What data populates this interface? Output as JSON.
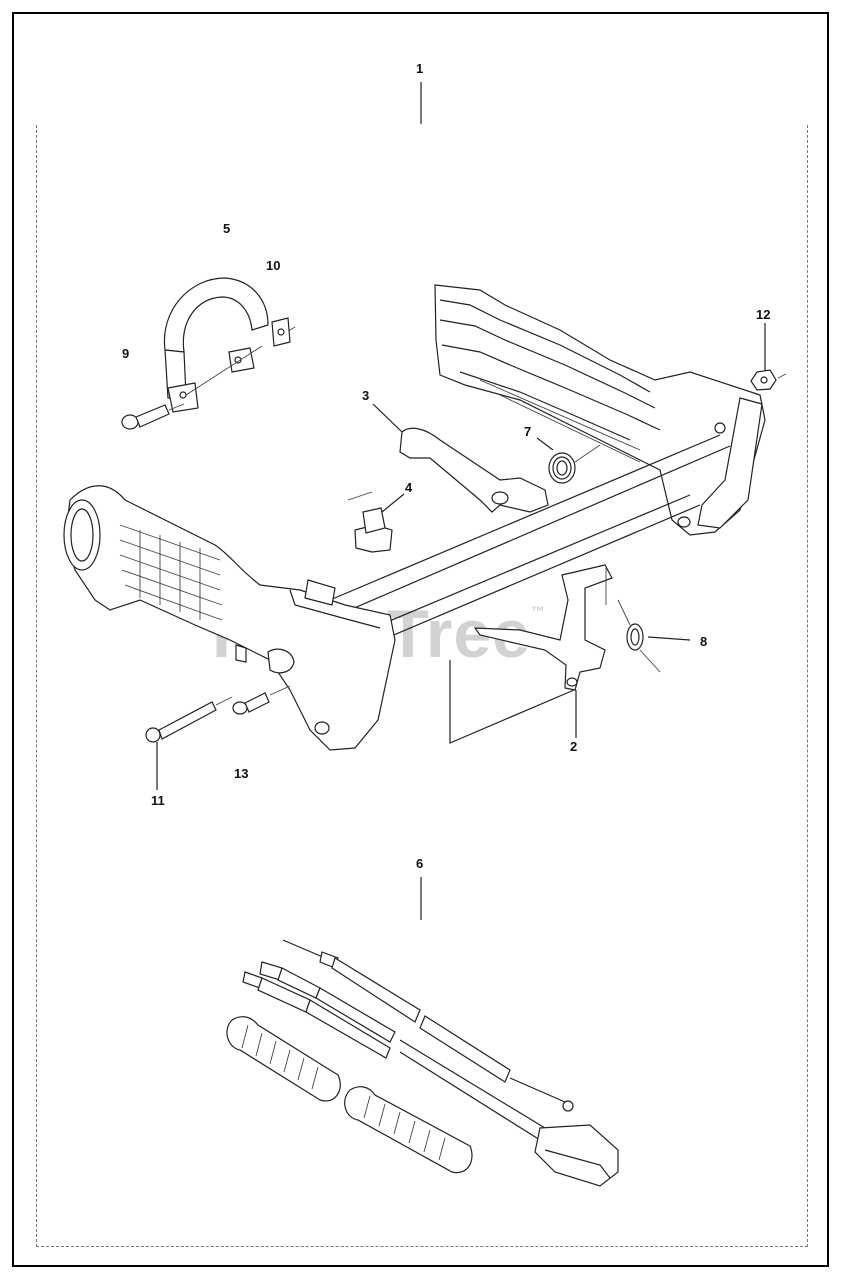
{
  "watermark": {
    "text": "PartsTree",
    "mark": "™"
  },
  "callouts": [
    {
      "label": "1"
    },
    {
      "label": "5"
    },
    {
      "label": "10"
    },
    {
      "label": "9"
    },
    {
      "label": "12"
    },
    {
      "label": "3"
    },
    {
      "label": "7"
    },
    {
      "label": "4"
    },
    {
      "label": "8"
    },
    {
      "label": "2"
    },
    {
      "label": "13"
    },
    {
      "label": "11"
    },
    {
      "label": "6"
    }
  ]
}
